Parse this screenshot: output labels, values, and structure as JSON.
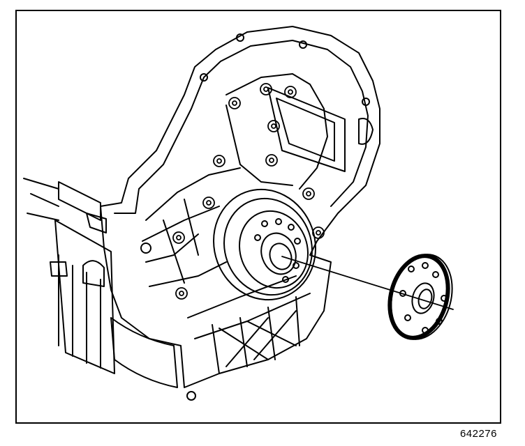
{
  "figure": {
    "reference_number": "642276",
    "colors": {
      "line": "#000000",
      "background": "#ffffff"
    },
    "parts": [
      "engine-block",
      "front-cover",
      "crankshaft-hub",
      "balancer-washer",
      "bolts"
    ]
  }
}
